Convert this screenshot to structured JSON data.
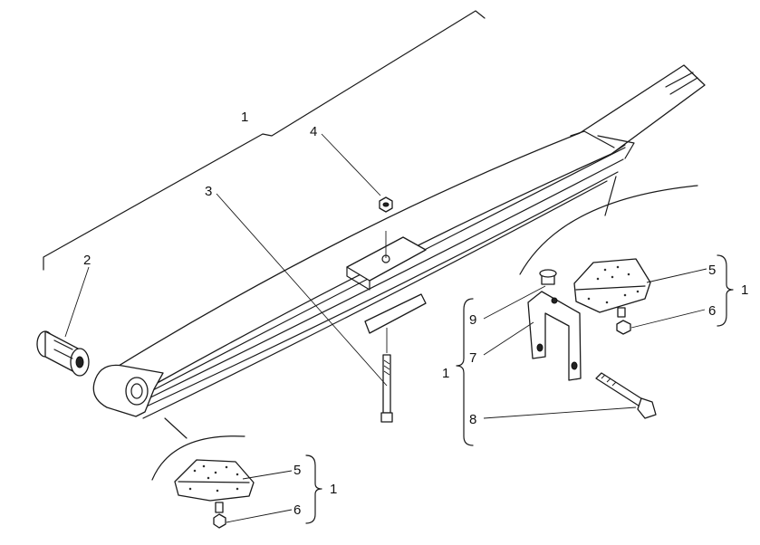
{
  "labels": {
    "top_bracket": "1",
    "bushing": "2",
    "bolt_long": "3",
    "nut_top": "4",
    "pad_left": "5",
    "nut_left": "6",
    "bracket_left": "1",
    "right_group": "1",
    "pin": "9",
    "clamp": "7",
    "bolt_right": "8",
    "pad_right": "5",
    "nut_right": "6",
    "bracket_right": "1"
  },
  "colors": {
    "line": "#1a1a1a",
    "background": "#ffffff"
  }
}
